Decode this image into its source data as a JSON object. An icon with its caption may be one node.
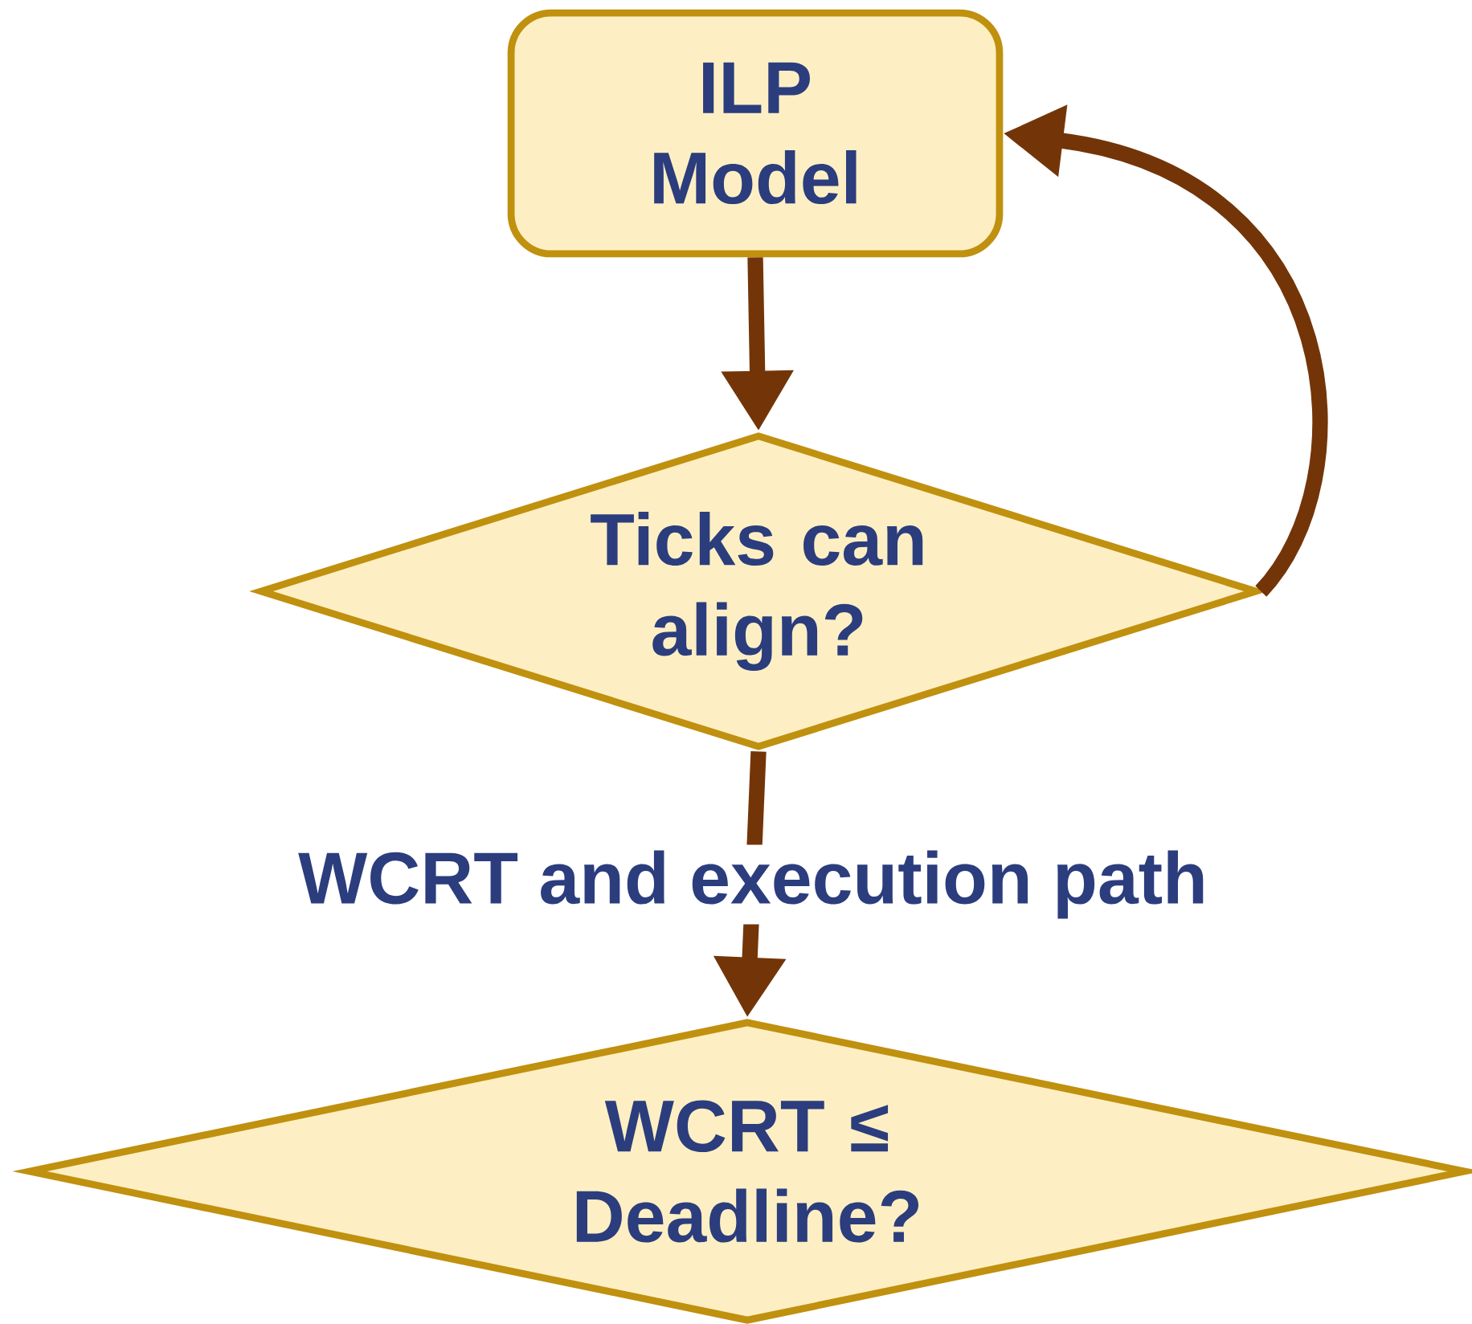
{
  "diagram": {
    "nodes": [
      {
        "text": [
          "ILP Model"
        ]
      },
      {
        "text": [
          "Ticks can align?"
        ]
      },
      {
        "text": [
          "WCRT ≤ Deadline?"
        ]
      }
    ],
    "edges": [
      {
        "from": 0,
        "to": 1,
        "arrow": "to"
      },
      {
        "from": 1,
        "to": 0,
        "arrow": "to"
      },
      {
        "from": 1,
        "to": 2,
        "arrow": "to",
        "label": "WCRT and execution path"
      }
    ]
  }
}
